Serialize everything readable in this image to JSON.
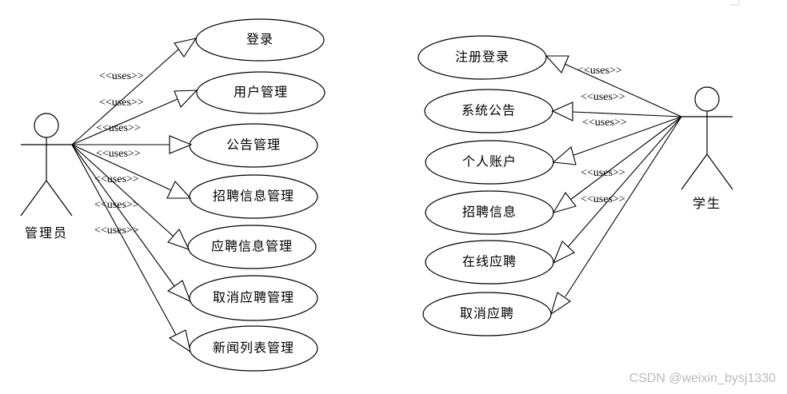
{
  "diagram": {
    "actors": [
      {
        "name": "管理员"
      },
      {
        "name": "学生"
      }
    ],
    "admin_use_cases": [
      "登录",
      "用户管理",
      "公告管理",
      "招聘信息管理",
      "应聘信息管理",
      "取消应聘管理",
      "新闻列表管理"
    ],
    "student_use_cases": [
      "注册登录",
      "系统公告",
      "个人账户",
      "招聘信息",
      "在线应聘",
      "取消应聘"
    ],
    "stereotype": "<<uses>>",
    "watermark": "CSDN @weixin_bysj1330"
  }
}
